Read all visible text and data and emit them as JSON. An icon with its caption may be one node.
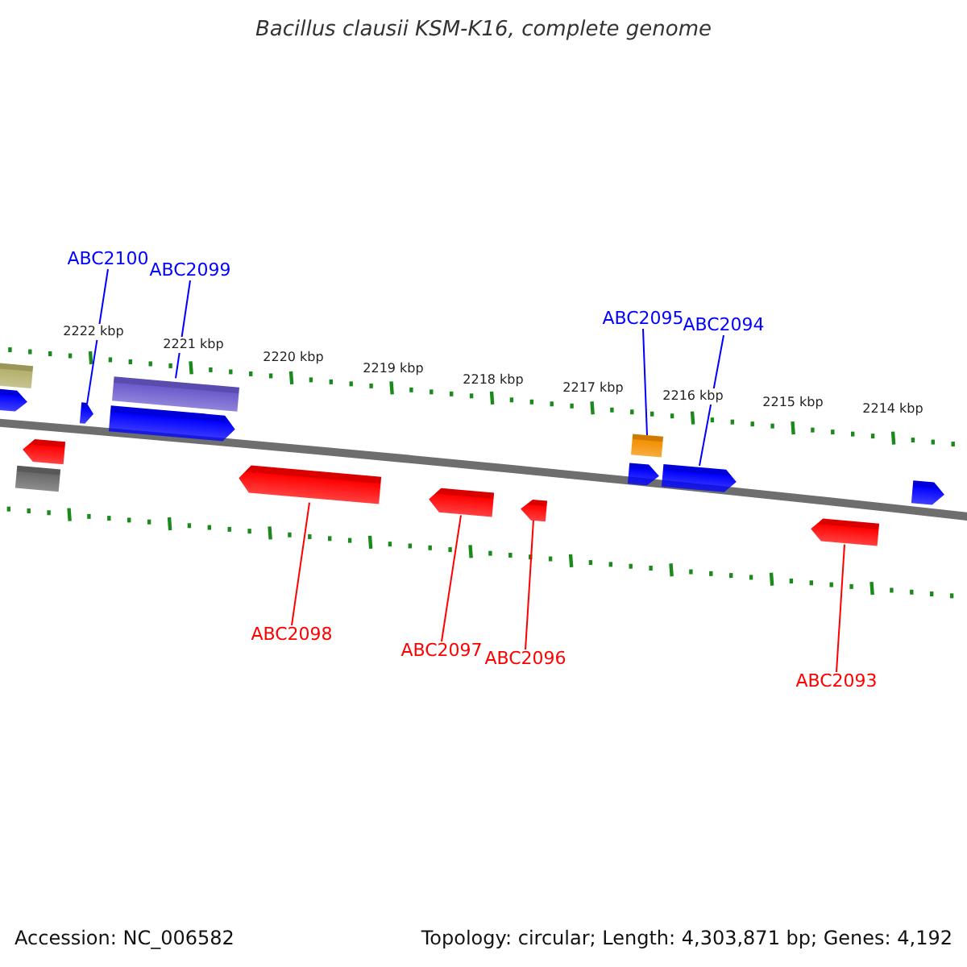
{
  "diagram": {
    "title": "Bacillus clausii KSM-K16, complete genome",
    "nodes": [
      {
        "text": [
          "ABC2100"
        ]
      },
      {
        "text": [
          "ABC2099"
        ]
      },
      {
        "text": [
          "ABC2095"
        ]
      },
      {
        "text": [
          "ABC2094"
        ]
      },
      {
        "text": [],
        "shape": "box"
      },
      {
        "text": [],
        "shape": "arrow"
      },
      {
        "text": [],
        "shape": "arrow"
      },
      {
        "text": [],
        "shape": "box"
      },
      {
        "text": [],
        "shape": "arrow"
      },
      {
        "text": [],
        "shape": "box"
      },
      {
        "text": [],
        "shape": "arrow"
      },
      {
        "text": [],
        "shape": "arrow"
      },
      {
        "text": [],
        "shape": "arrow"
      },
      {
        "text": [],
        "shape": "box"
      },
      {
        "text": [],
        "shape": "arrow"
      },
      {
        "text": [],
        "shape": "arrow"
      },
      {
        "text": [],
        "shape": "arrow"
      },
      {
        "text": [],
        "shape": "arrow"
      },
      {
        "text": [],
        "shape": "arrow"
      },
      {
        "text": [
          "ABC2098"
        ]
      },
      {
        "text": [
          "ABC2097"
        ]
      },
      {
        "text": [
          "ABC2096"
        ]
      },
      {
        "text": [
          "ABC2093"
        ]
      }
    ],
    "edges": [
      {
        "from": 0,
        "to": 6,
        "arrow": "none",
        "color": "#0000ff"
      },
      {
        "from": 1,
        "to": 7,
        "arrow": "none",
        "color": "#0000ff"
      },
      {
        "from": 2,
        "to": 9,
        "arrow": "none",
        "color": "#0000ff"
      },
      {
        "from": 3,
        "to": 11,
        "arrow": "none",
        "color": "#0000ff"
      },
      {
        "from": 19,
        "to": 14,
        "arrow": "none",
        "color": "#ff0000"
      },
      {
        "from": 20,
        "to": 15,
        "arrow": "none",
        "color": "#ff0000"
      },
      {
        "from": 21,
        "to": 16,
        "arrow": "none",
        "color": "#ff0000"
      },
      {
        "from": 22,
        "to": 17,
        "arrow": "none",
        "color": "#ff0000"
      }
    ],
    "labels": [
      "2222 kbp",
      "2221 kbp",
      "2220 kbp",
      "2219 kbp",
      "2218 kbp",
      "2217 kbp",
      "2216 kbp",
      "2215 kbp",
      "2214 kbp",
      "Accession: NC_006582",
      "Topology: circular; Length: 4,303,871 bp; Genes: 4,192"
    ]
  }
}
